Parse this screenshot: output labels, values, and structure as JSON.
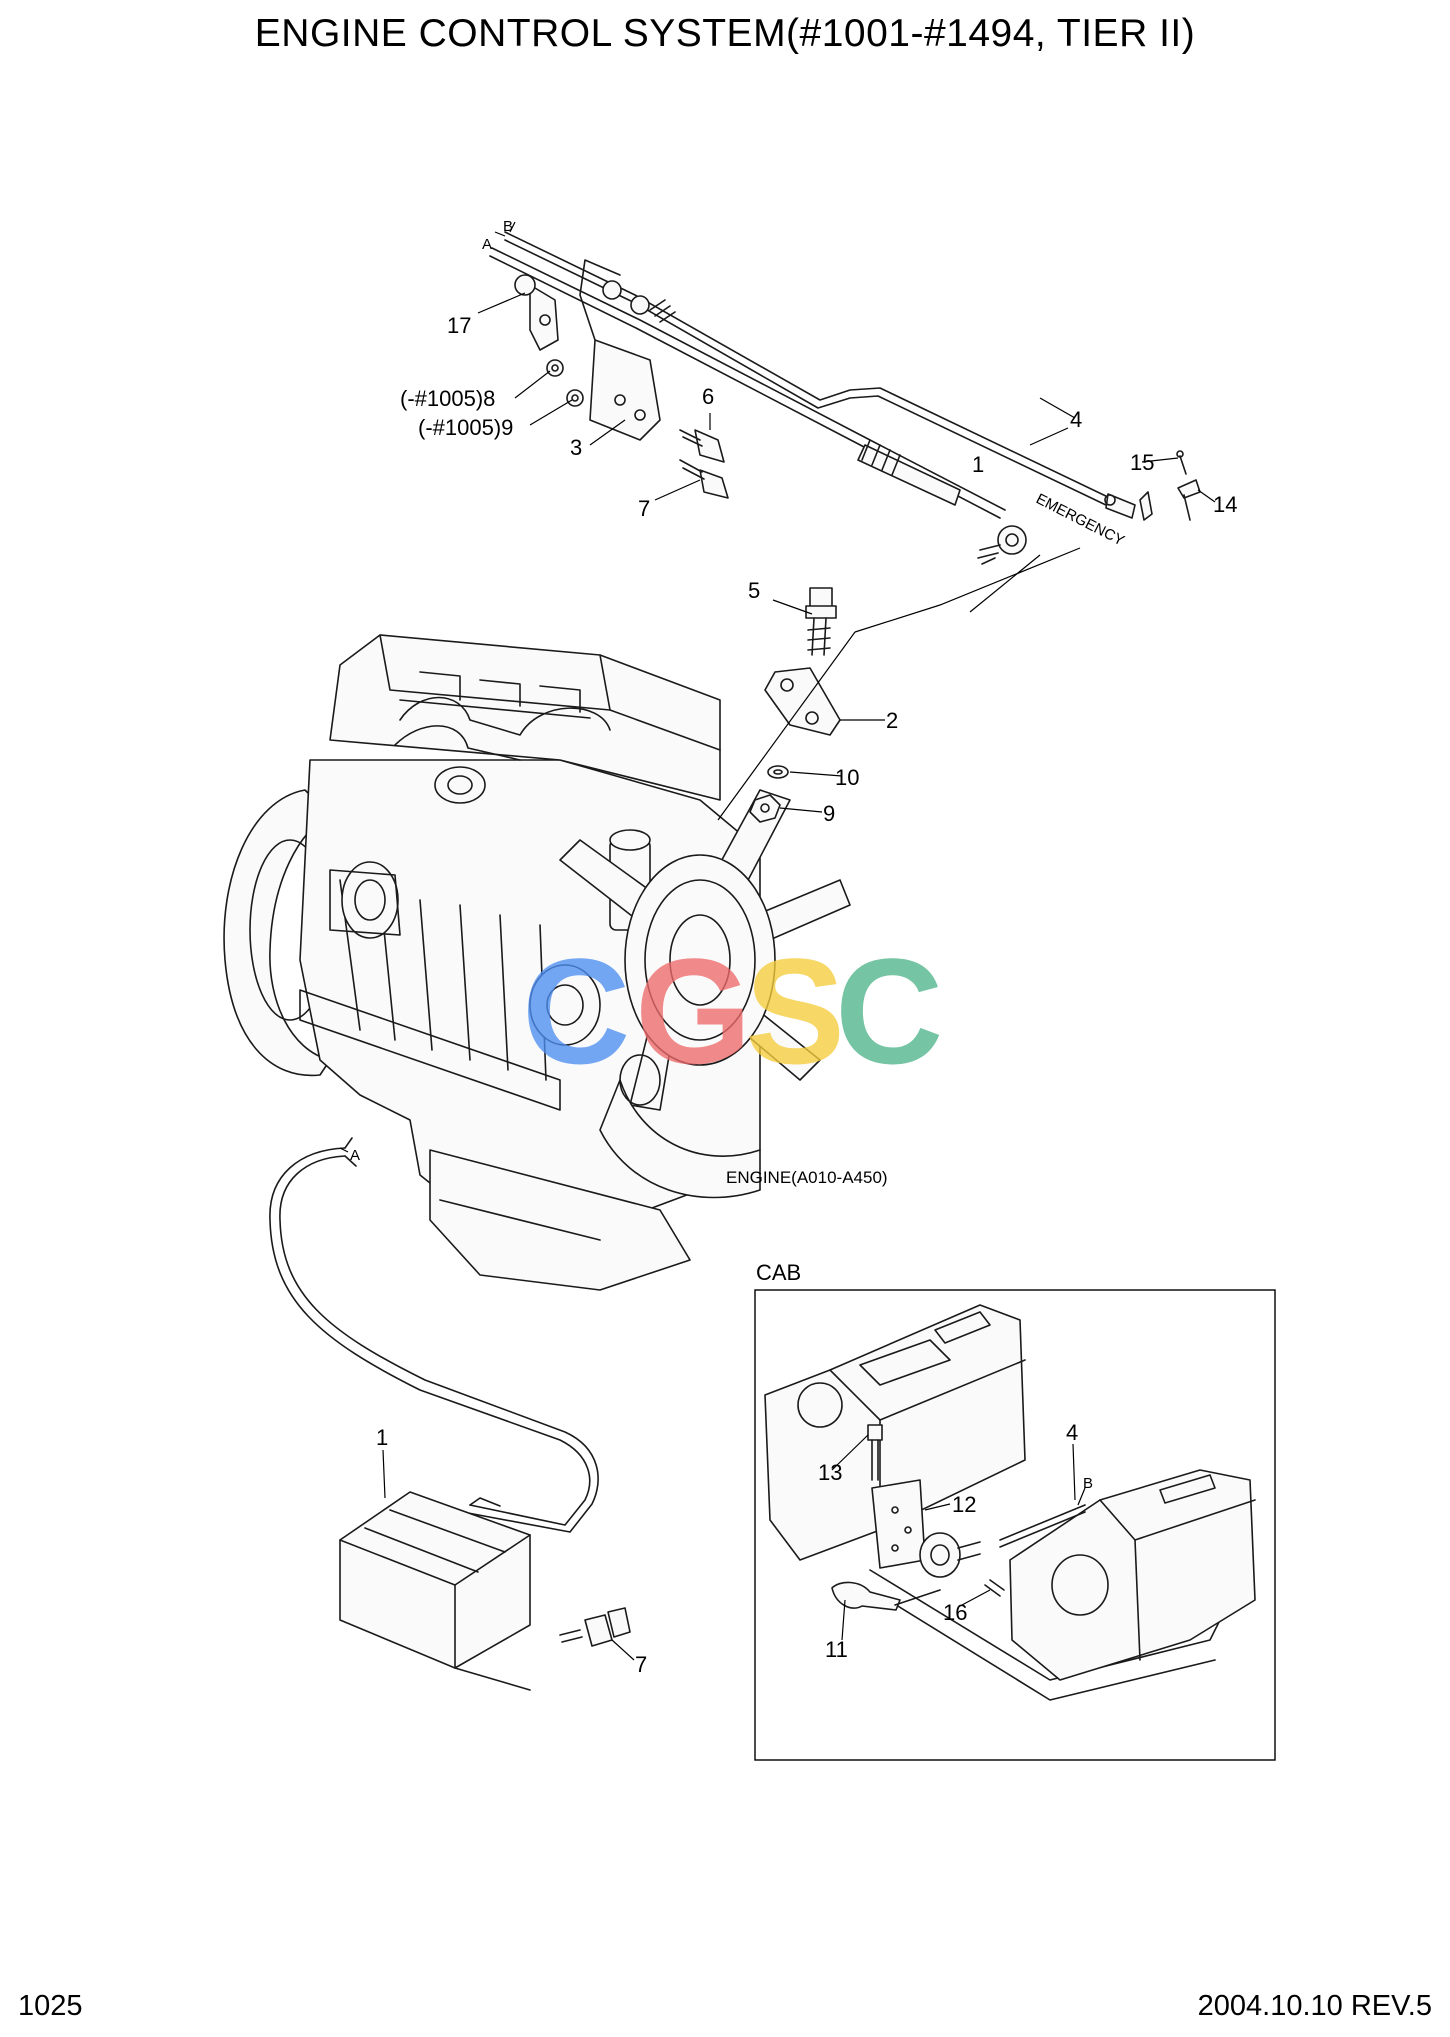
{
  "header": {
    "title": "ENGINE CONTROL SYSTEM(#1001-#1494, TIER II)"
  },
  "footer": {
    "page_number": "1025",
    "date_revision": "2004.10.10  REV.5"
  },
  "callouts": {
    "c1_top": "1",
    "c1_bottom": "1",
    "c2": "2",
    "c3": "3",
    "c4_top": "4",
    "c4_cab": "4",
    "c5": "5",
    "c6": "6",
    "c7_top": "7",
    "c7_bottom": "7",
    "c8": "(-#1005)8",
    "c9_top": "(-#1005)9",
    "c9_engine": "9",
    "c10": "10",
    "c11": "11",
    "c12": "12",
    "c13": "13",
    "c14": "14",
    "c15": "15",
    "c16": "16",
    "c17": "17"
  },
  "cable_tags": {
    "a_top": "A",
    "b_top": "B",
    "a_lower": "A",
    "b_cab": "B"
  },
  "annotations": {
    "emergency": "EMERGENCY",
    "engine": "ENGINE(A010-A450)",
    "cab": "CAB"
  },
  "watermark": {
    "letters": [
      "C",
      "G",
      "S",
      "C"
    ],
    "colors": [
      "#4d8ef0",
      "#ee6a6a",
      "#f5cc3c",
      "#4fb48a"
    ]
  }
}
